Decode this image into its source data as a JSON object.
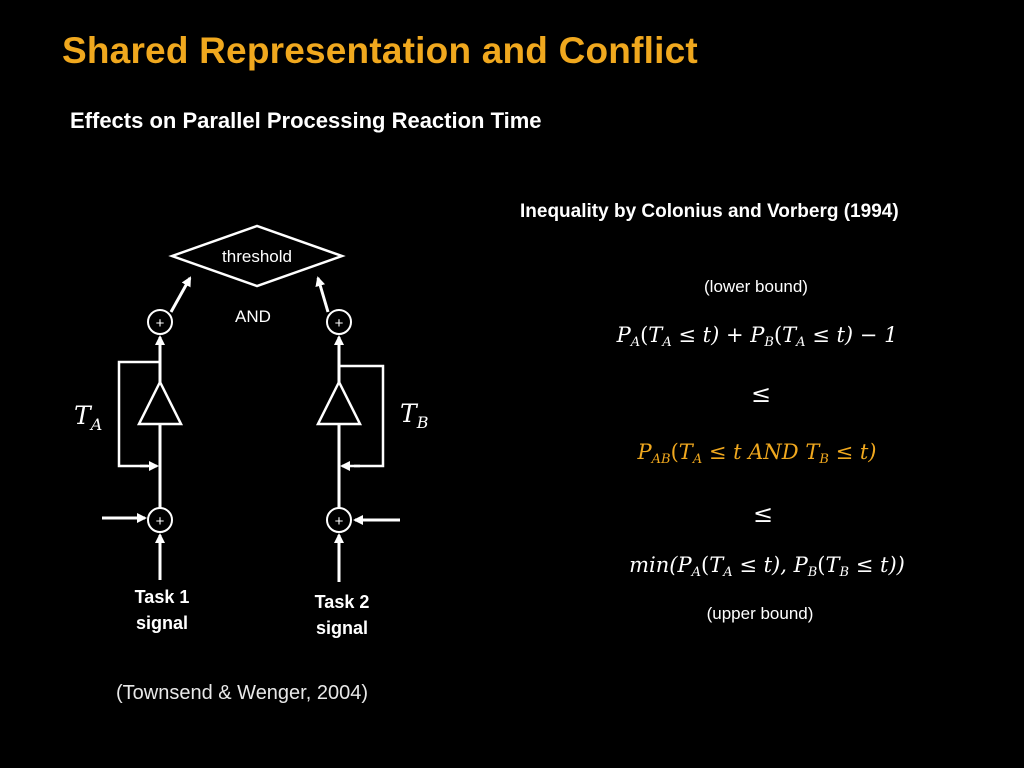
{
  "slide": {
    "title": "Shared Representation and Conflict",
    "subtitle": "Effects on Parallel Processing Reaction Time",
    "citation": "(Townsend & Wenger, 2004)",
    "accent_color": "#F0A81E",
    "background_color": "#000000"
  },
  "diagram": {
    "threshold_label": "threshold",
    "and_label": "AND",
    "sum_symbol": "+",
    "task_a_var": "T",
    "task_a_sub": "A",
    "task_b_var": "T",
    "task_b_sub": "B",
    "task1_line1": "Task 1",
    "task1_line2": "signal",
    "task2_line1": "Task 2",
    "task2_line2": "signal"
  },
  "inequality": {
    "heading": "Inequality by  Colonius and Vorberg (1994)",
    "lower_bound_label": "(lower bound)",
    "upper_bound_label": "(upper bound)",
    "leq_symbol": "≤",
    "lower": {
      "p_a": "P",
      "p_a_sub": "A",
      "open1": "(",
      "t_a": "T",
      "t_a_sub": "A",
      "cond1": " ≤ t) + ",
      "p_b": "P",
      "p_b_sub": "B",
      "open2": "(",
      "t_a2": "T",
      "t_a2_sub": "A",
      "cond2": " ≤ t) − 1"
    },
    "joint": {
      "p": "P",
      "p_sub": "AB",
      "open": "(",
      "t_a": "T",
      "t_a_sub": "A",
      "mid": " ≤ t AND ",
      "t_b": "T",
      "t_b_sub": "B",
      "end": " ≤ t)"
    },
    "upper": {
      "min": "min(",
      "p_a": "P",
      "p_a_sub": "A",
      "open1": "(",
      "t_a": "T",
      "t_a_sub": "A",
      "cond1": " ≤ t), ",
      "p_b": "P",
      "p_b_sub": "B",
      "open2": "(",
      "t_b": "T",
      "t_b_sub": "B",
      "cond2": " ≤ t))"
    }
  }
}
